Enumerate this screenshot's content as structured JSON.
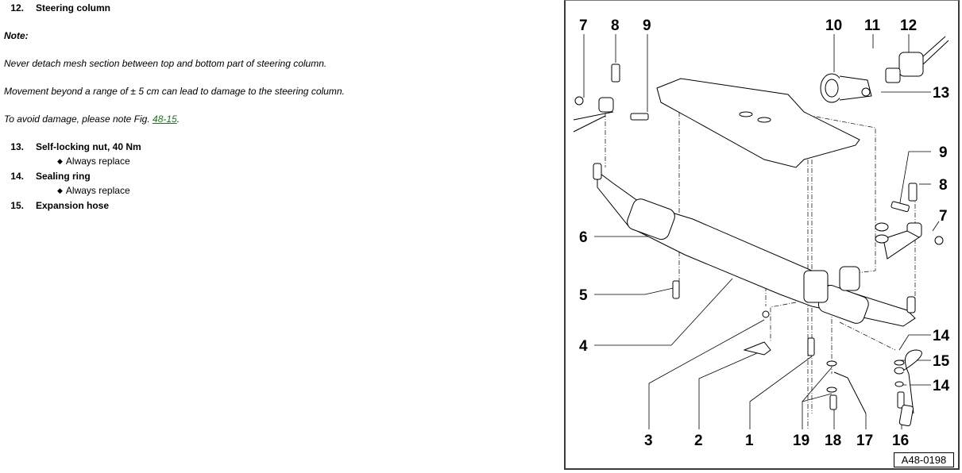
{
  "document": {
    "items_top": [
      {
        "number": "12.",
        "label": "Steering column"
      }
    ],
    "note_heading": "Note:",
    "notes": [
      "Never detach mesh section between top and bottom part of steering column.",
      "Movement beyond a range of ± 5 cm can lead to damage to the steering column."
    ],
    "note_link_prefix": "To avoid damage, please note Fig. ",
    "note_link_text": "48-15",
    "note_link_suffix": ".",
    "items": [
      {
        "number": "13.",
        "label": "Self-locking nut, 40 Nm",
        "bullet": "Always replace"
      },
      {
        "number": "14.",
        "label": "Sealing ring",
        "bullet": "Always replace"
      },
      {
        "number": "15.",
        "label": "Expansion hose",
        "bullet": null
      }
    ],
    "bullet_glyph": "◆"
  },
  "figure": {
    "reference": "A48-0198",
    "callouts_top": [
      "7",
      "8",
      "9",
      "10",
      "11",
      "12"
    ],
    "callouts_right": [
      "13",
      "9",
      "8",
      "7",
      "14",
      "15",
      "14"
    ],
    "callouts_left": [
      "6",
      "5",
      "4"
    ],
    "callouts_bottom": [
      "3",
      "2",
      "1",
      "19",
      "18",
      "17",
      "16"
    ],
    "line_color": "#000000",
    "border_color": "#3a3a3a"
  },
  "colors": {
    "link": "#1a7a1a"
  }
}
